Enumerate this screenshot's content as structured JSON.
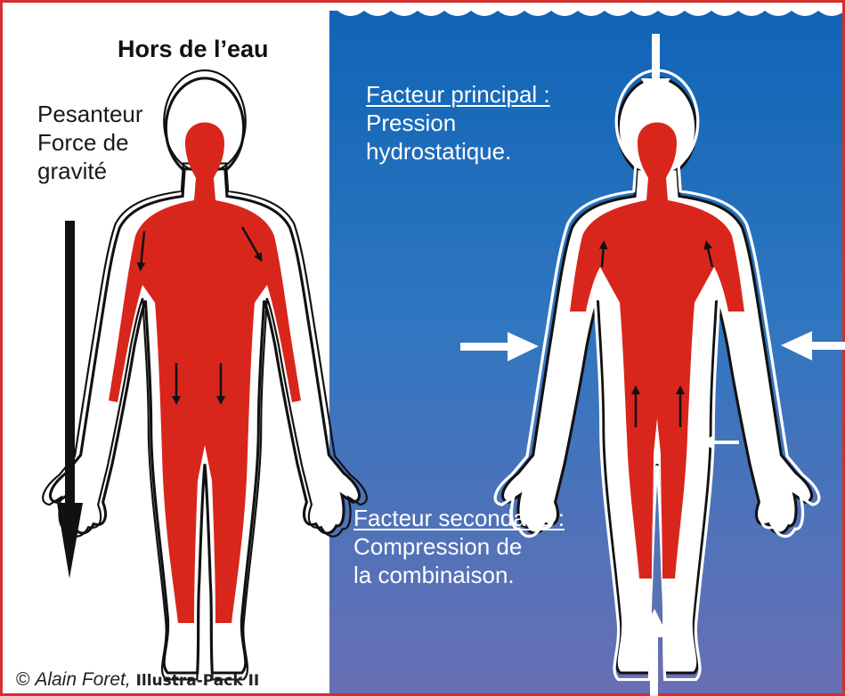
{
  "left_panel": {
    "title": "Hors de l’eau",
    "gravity_lines": [
      "Pesanteur",
      "Force de",
      "gravité"
    ]
  },
  "right_panel": {
    "primary_heading": "Facteur principal :",
    "primary_lines": [
      "Pression",
      "hydrostatique."
    ],
    "secondary_heading": "Facteur secondaire :",
    "secondary_lines": [
      "Compression de",
      "la combinaison."
    ]
  },
  "credit": {
    "symbol": "©",
    "author": "Alain Foret,",
    "pack": "Illustra-Pack II"
  },
  "colors": {
    "frame": "#d32f2f",
    "water_top": "#1166b8",
    "water_bottom": "#6b70b5",
    "blood_red": "#d9261c",
    "outline": "#111111"
  }
}
